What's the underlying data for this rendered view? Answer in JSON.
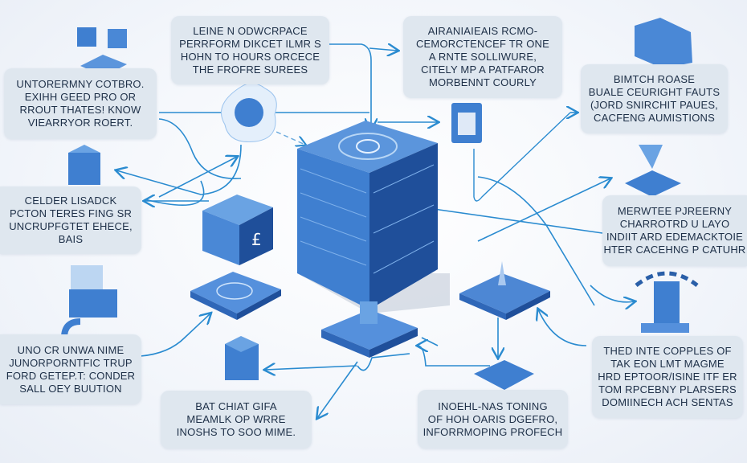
{
  "boxes": {
    "top_center": [
      "LEINE N ODWCRPACE",
      "PERRFORM DIKCET ILMR S",
      "HOHN TO HOURS ORCECE",
      "THE FROFRE SUREES"
    ],
    "top_right_center": [
      "AIRANIAIEAIS RCMO-",
      "CEMORCTENCEF TR ONE",
      "A RNTE SOLLIWURE,",
      "CITELY MP A PATFAROR",
      "MORBENNT COURLY"
    ],
    "left_top": [
      "UNTORERMNY COTBRO.",
      "EXIHH GEED PRO OR",
      "RROUT THATES! KNOW",
      "VIEARRYOR ROERT."
    ],
    "right_top": [
      "BIMTCH ROASE",
      "BUALE CEURIGHT FAUTS",
      "(JORD SNIRCHIT PAUES,",
      "CACFENG AUMISTIONS"
    ],
    "left_middle": [
      "CELDER LISADCK",
      "PCTON TERES FING SR",
      "UNCRUPFGTET EHECE,",
      "BAIS"
    ],
    "right_middle": [
      "MERWTEE PJREERNY",
      "CHARROTRD U LAYO",
      "INDIIT ARD EDEMACKTOIE",
      "HTER CACEHNG P CATUHR"
    ],
    "left_bottom": [
      "UNO CR UNWA NIME",
      "JUNORPORNTFIC TRUP",
      "FORD GETEP.T: CONDER",
      "SALL OEY BUUTION"
    ],
    "bottom_center_left": [
      "BAT CHIAT GIFA",
      "MEAMLK OP WRRE",
      "INOSHS TO SOO MIME."
    ],
    "bottom_center_right": [
      "INOEHL-NAS TONING",
      "OF HOH OARIS DGEFRO,",
      "INFORRMOPING PROFECH"
    ],
    "right_bottom": [
      "THED INTE COPPLES OF",
      "TAK EON LMT MAGME",
      "HRD EPTOOR/ISINE ITF ER",
      "TOM RPCEBNY PLARSERS",
      "DOMIINECH ACH SENTAS"
    ]
  },
  "colors": {
    "accent": "#3f7fd0",
    "dark": "#2a5fa8",
    "line": "#2a8bd0",
    "box": "#dfe7ef"
  }
}
